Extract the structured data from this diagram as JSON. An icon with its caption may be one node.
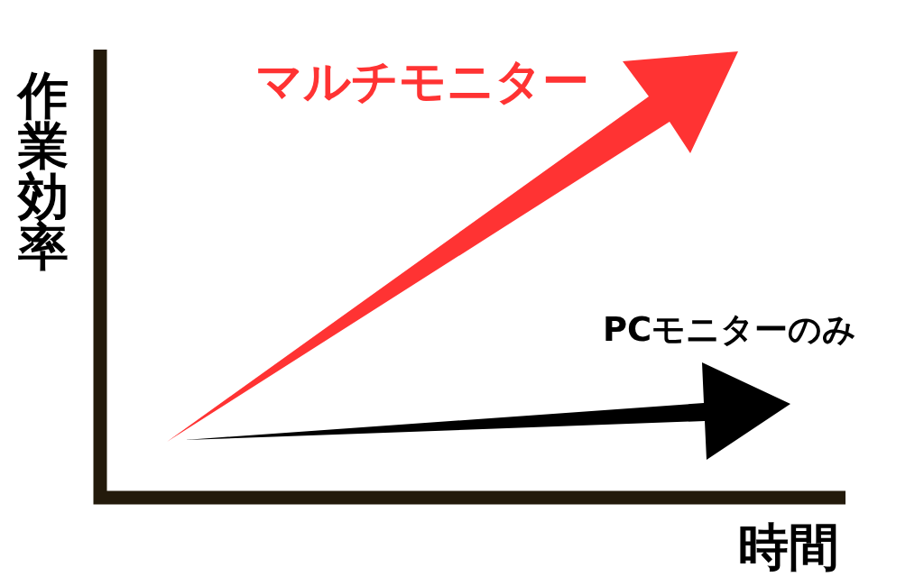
{
  "diagram": {
    "labels": [
      "マルチモニター",
      "作業効率",
      "PCモニターのみ",
      "時間"
    ]
  }
}
